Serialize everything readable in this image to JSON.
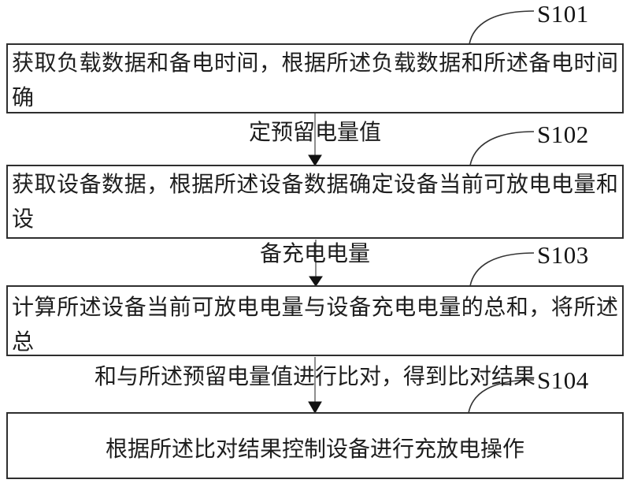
{
  "figure": {
    "type": "flowchart",
    "colors": {
      "ink": "#1e1e1e",
      "border": "#2e2e2e",
      "background": "#ffffff",
      "arrow_shaft": "#7a7a7a",
      "arrow_head": "#111111"
    },
    "steps": [
      {
        "label": "S101",
        "lines": [
          "获取负载数据和备电时间，根据所述负载数据和所述备电时间确",
          "定预留电量值"
        ]
      },
      {
        "label": "S102",
        "lines": [
          "获取设备数据，根据所述设备数据确定设备当前可放电电量和设",
          "备充电电量"
        ]
      },
      {
        "label": "S103",
        "lines": [
          "计算所述设备当前可放电电量与设备充电电量的总和，将所述总",
          "和与所述预留电量值进行比对，得到比对结果"
        ]
      },
      {
        "label": "S104",
        "lines": [
          "根据所述比对结果控制设备进行充放电操作"
        ]
      }
    ]
  }
}
